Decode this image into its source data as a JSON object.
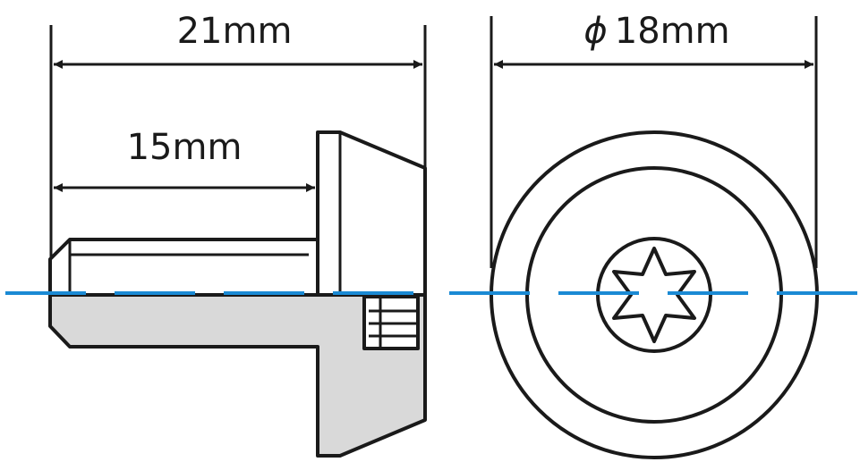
{
  "dimensions": {
    "length": "21mm",
    "shank": "15mm",
    "diameter_symbol": "ϕ",
    "diameter": "18mm"
  },
  "colors": {
    "line": "#1a1a1a",
    "section_fill": "#d9d9d9",
    "centerline": "#1a8ad4",
    "background": "#ffffff"
  },
  "icons": {
    "drive": "torx-socket-icon"
  }
}
